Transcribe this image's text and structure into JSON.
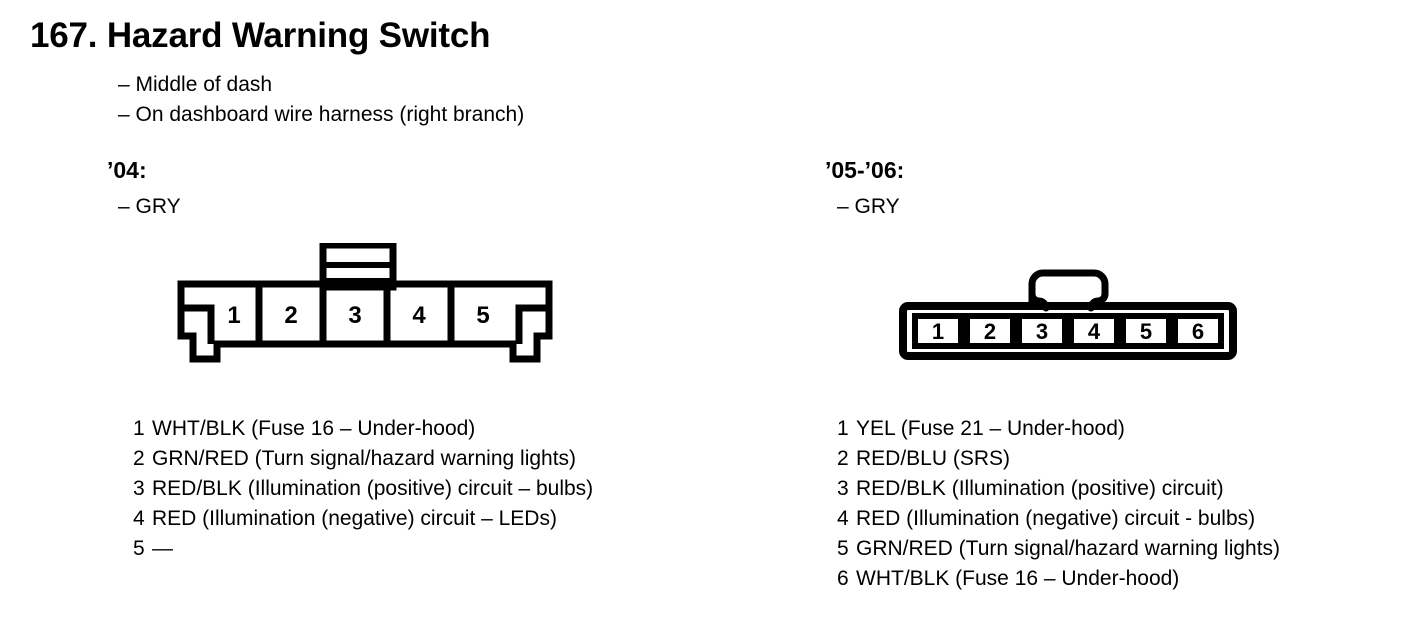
{
  "page": {
    "title": "167. Hazard Warning Switch",
    "notes": [
      "– Middle of dash",
      "– On dashboard wire harness (right branch)"
    ],
    "ink_color": "#000000",
    "background_color": "#ffffff"
  },
  "columns": [
    {
      "heading": "’04:",
      "sub": "– GRY",
      "connector": {
        "pin_count": 5,
        "pin_labels": [
          "1",
          "2",
          "3",
          "4",
          "5"
        ],
        "style": "flat-shell-with-striped-top-tab"
      },
      "pins": [
        {
          "num": "1",
          "desc": "WHT/BLK (Fuse 16 – Under-hood)"
        },
        {
          "num": "2",
          "desc": "GRN/RED (Turn signal/hazard warning lights)"
        },
        {
          "num": "3",
          "desc": "RED/BLK (Illumination (positive) circuit – bulbs)"
        },
        {
          "num": "4",
          "desc": "RED (Illumination (negative) circuit – LEDs)"
        },
        {
          "num": "5",
          "desc": "—"
        }
      ]
    },
    {
      "heading": "’05-’06:",
      "sub": "– GRY",
      "connector": {
        "pin_count": 6,
        "pin_labels": [
          "1",
          "2",
          "3",
          "4",
          "5",
          "6"
        ],
        "style": "rounded-shell-with-latch-tab"
      },
      "pins": [
        {
          "num": "1",
          "desc": "YEL (Fuse 21 – Under-hood)"
        },
        {
          "num": "2",
          "desc": "RED/BLU (SRS)"
        },
        {
          "num": "3",
          "desc": "RED/BLK (Illumination (positive) circuit)"
        },
        {
          "num": "4",
          "desc": "RED (Illumination (negative) circuit - bulbs)"
        },
        {
          "num": "5",
          "desc": "GRN/RED (Turn signal/hazard warning lights)"
        },
        {
          "num": "6",
          "desc": "WHT/BLK (Fuse 16 – Under-hood)"
        }
      ]
    }
  ]
}
